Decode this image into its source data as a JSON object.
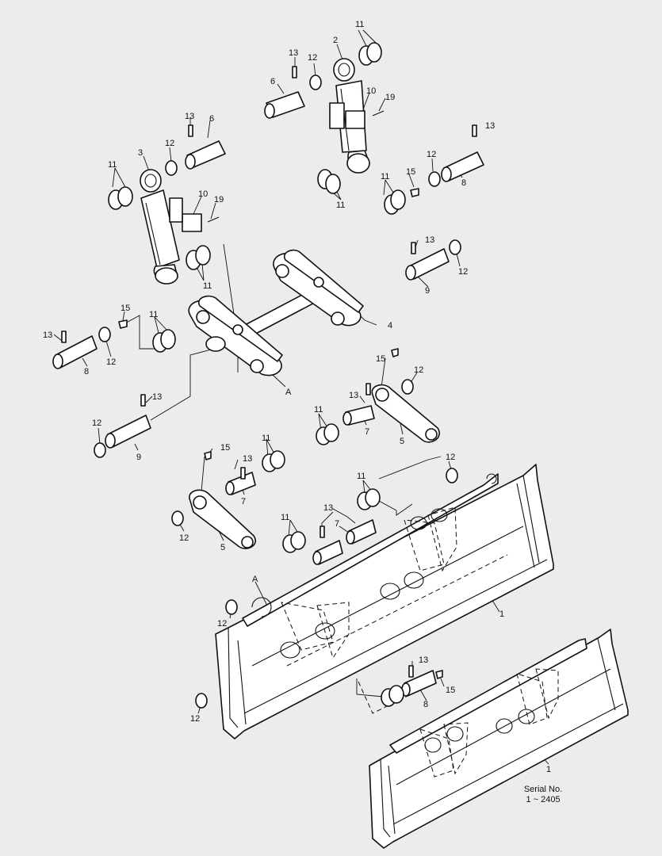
{
  "diagram": {
    "callouts": [
      {
        "id": "c11-top",
        "text": "11"
      },
      {
        "id": "c2",
        "text": "2"
      },
      {
        "id": "c13-a",
        "text": "13"
      },
      {
        "id": "c12-a",
        "text": "12"
      },
      {
        "id": "c6-a",
        "text": "6"
      },
      {
        "id": "c10-a",
        "text": "10"
      },
      {
        "id": "c19-a",
        "text": "19"
      },
      {
        "id": "c13-b",
        "text": "13"
      },
      {
        "id": "c6-b",
        "text": "6"
      },
      {
        "id": "c3",
        "text": "3"
      },
      {
        "id": "c12-b",
        "text": "12"
      },
      {
        "id": "c11-b",
        "text": "11"
      },
      {
        "id": "c10-b",
        "text": "10"
      },
      {
        "id": "c19-b",
        "text": "19"
      },
      {
        "id": "c13-c",
        "text": "13"
      },
      {
        "id": "c12-c",
        "text": "12"
      },
      {
        "id": "c8-a",
        "text": "8"
      },
      {
        "id": "c11-c",
        "text": "11"
      },
      {
        "id": "c15-a",
        "text": "15"
      },
      {
        "id": "c11-d",
        "text": "11"
      },
      {
        "id": "c11-e",
        "text": "11"
      },
      {
        "id": "c13-d",
        "text": "13"
      },
      {
        "id": "c12-d",
        "text": "12"
      },
      {
        "id": "c9-a",
        "text": "9"
      },
      {
        "id": "c15-b",
        "text": "15"
      },
      {
        "id": "c11-f",
        "text": "11"
      },
      {
        "id": "c4",
        "text": "4"
      },
      {
        "id": "c13-e",
        "text": "13"
      },
      {
        "id": "c12-e",
        "text": "12"
      },
      {
        "id": "c8-b",
        "text": "8"
      },
      {
        "id": "cA-a",
        "text": "A"
      },
      {
        "id": "c13-f",
        "text": "13"
      },
      {
        "id": "c12-f",
        "text": "12"
      },
      {
        "id": "c9-b",
        "text": "9"
      },
      {
        "id": "c15-c",
        "text": "15"
      },
      {
        "id": "c12-g",
        "text": "12"
      },
      {
        "id": "c13-g",
        "text": "13"
      },
      {
        "id": "c11-g",
        "text": "11"
      },
      {
        "id": "c7-a",
        "text": "7"
      },
      {
        "id": "c5-a",
        "text": "5"
      },
      {
        "id": "c15-d",
        "text": "15"
      },
      {
        "id": "c11-h",
        "text": "11"
      },
      {
        "id": "c13-h",
        "text": "13"
      },
      {
        "id": "c12-h",
        "text": "12"
      },
      {
        "id": "c7-b",
        "text": "7"
      },
      {
        "id": "c12-i",
        "text": "12"
      },
      {
        "id": "c5-b",
        "text": "5"
      },
      {
        "id": "c11-i",
        "text": "11"
      },
      {
        "id": "c13-i",
        "text": "13"
      },
      {
        "id": "c11-j",
        "text": "11"
      },
      {
        "id": "c7-c",
        "text": "7"
      },
      {
        "id": "cA-b",
        "text": "A"
      },
      {
        "id": "c12-j",
        "text": "12"
      },
      {
        "id": "c1-a",
        "text": "1"
      },
      {
        "id": "c13-j",
        "text": "13"
      },
      {
        "id": "c15-e",
        "text": "15"
      },
      {
        "id": "c8-c",
        "text": "8"
      },
      {
        "id": "c12-k",
        "text": "12"
      },
      {
        "id": "c1-b",
        "text": "1"
      }
    ],
    "serial_line1": "Serial No.",
    "serial_line2": "1 ~ 2405"
  }
}
